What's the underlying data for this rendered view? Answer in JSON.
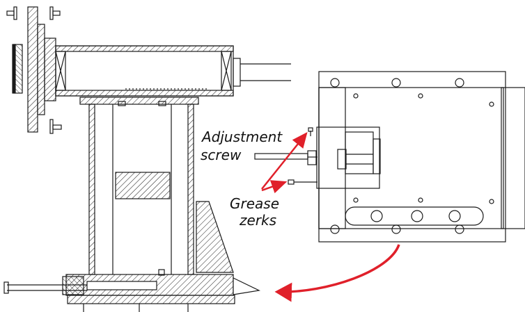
{
  "labels": {
    "adjustment": "Adjustment",
    "screw": "screw",
    "grease": "Grease",
    "zerks": "zerks"
  },
  "colors": {
    "line": "#1a1a1a",
    "accent_arrow": "#e0202a",
    "background": "#ffffff"
  }
}
